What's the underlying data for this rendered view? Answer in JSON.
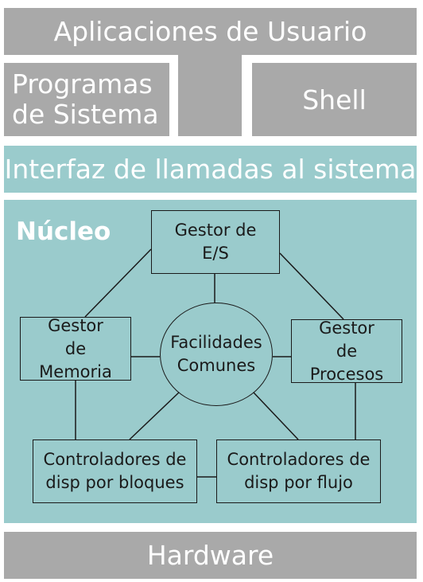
{
  "layers": {
    "applications": "Aplicaciones de Usuario",
    "system_programs_line1": "Programas",
    "system_programs_line2": "de Sistema",
    "shell": "Shell",
    "syscall_interface": "Interfaz de llamadas al sistema",
    "hardware": "Hardware"
  },
  "kernel": {
    "title": "Núcleo",
    "io_manager": [
      "Gestor de",
      "E/S"
    ],
    "memory_manager": [
      "Gestor",
      "de",
      "Memoria"
    ],
    "process_manager": [
      "Gestor",
      "de",
      "Procesos"
    ],
    "core": [
      "Facilidades",
      "Comunes"
    ],
    "block_drivers": [
      "Controladores de",
      "disp por bloques"
    ],
    "stream_drivers": [
      "Controladores de",
      "disp por flujo"
    ]
  },
  "colors": {
    "layer_gray": "#a9a9a9",
    "kernel_teal": "#9acbcc",
    "line": "#1a1a1a",
    "layer_text": "#ffffff"
  }
}
